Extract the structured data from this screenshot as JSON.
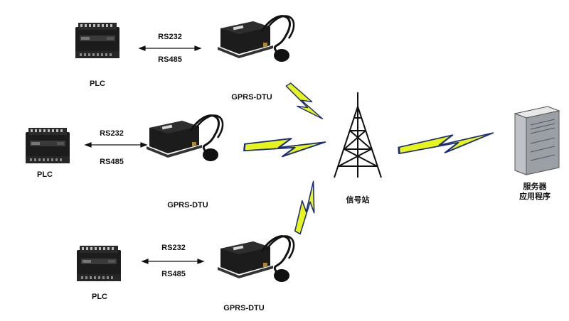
{
  "plc_units": [
    {
      "label": "PLC"
    },
    {
      "label": "PLC"
    },
    {
      "label": "PLC"
    }
  ],
  "dtu_units": [
    {
      "label": "GPRS-DTU"
    },
    {
      "label": "GPRS-DTU"
    },
    {
      "label": "GPRS-DTU"
    }
  ],
  "links": [
    {
      "top": "RS232",
      "bottom": "RS485"
    },
    {
      "top": "RS232",
      "bottom": "RS485"
    },
    {
      "top": "RS232",
      "bottom": "RS485"
    }
  ],
  "tower": {
    "label": "信号站"
  },
  "server": {
    "line1": "服务器",
    "line2": "应用程序"
  },
  "colors": {
    "bolt_fill": "#e8f51a",
    "bolt_stroke": "#1a2d7a",
    "device": "#1c1c1c",
    "tower": "#111111"
  }
}
